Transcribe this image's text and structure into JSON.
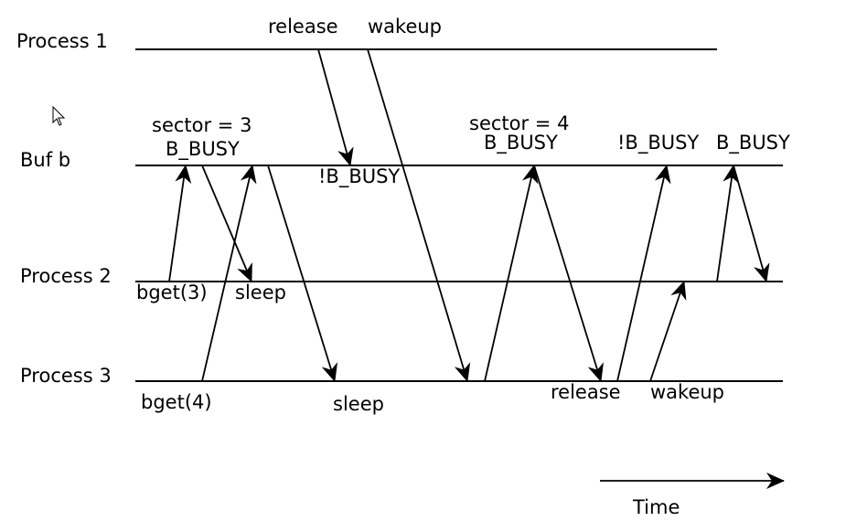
{
  "lanes": {
    "process1": "Process 1",
    "bufb": "Buf b",
    "process2": "Process 2",
    "process3": "Process 3"
  },
  "events": {
    "p1_release": "release",
    "p1_wakeup": "wakeup",
    "buf_sector3": "sector = 3",
    "buf_busy1": "B_BUSY",
    "buf_notbusy1": "!B_BUSY",
    "buf_sector4": "sector = 4",
    "buf_busy2": "B_BUSY",
    "buf_notbusy2": "!B_BUSY",
    "buf_busy3": "B_BUSY",
    "p2_bget": "bget(3)",
    "p2_sleep": "sleep",
    "p3_bget": "bget(4)",
    "p3_sleep": "sleep",
    "p3_release": "release",
    "p3_wakeup": "wakeup"
  },
  "time_label": "Time",
  "icons": {
    "cursor": "mouse-pointer-icon"
  }
}
